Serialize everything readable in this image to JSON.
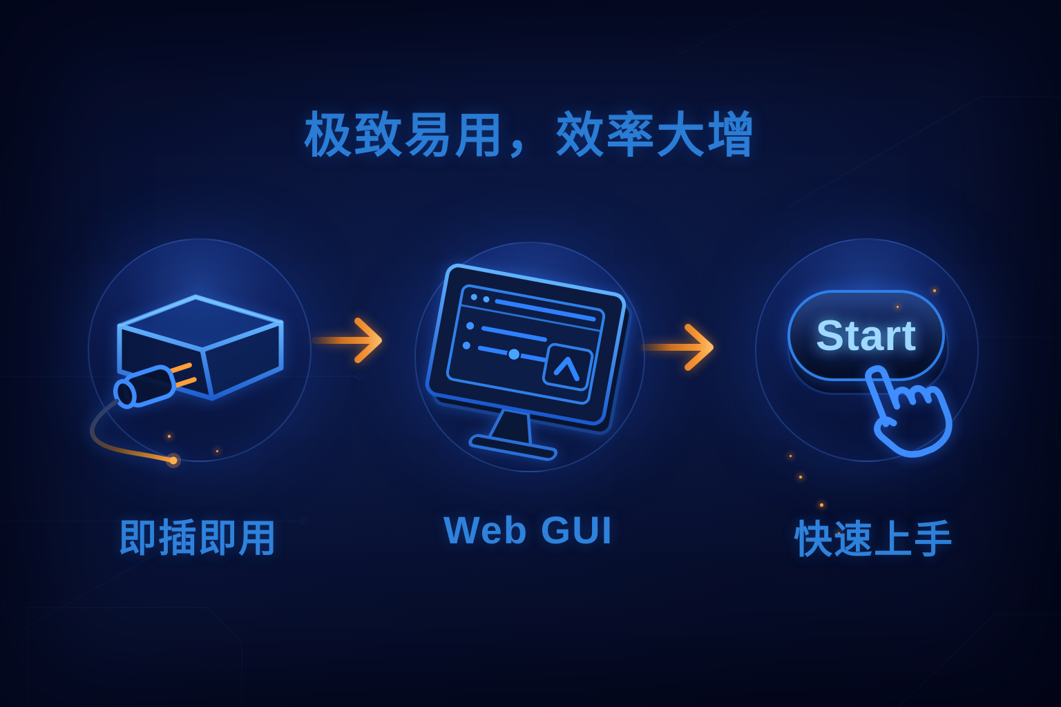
{
  "title": "极致易用，效率大增",
  "steps": [
    {
      "id": "plug-and-play",
      "label": "即插即用",
      "icon": "device-plug-icon"
    },
    {
      "id": "web-gui",
      "label": "Web GUI",
      "icon": "web-gui-monitor-icon"
    },
    {
      "id": "quick-start",
      "label": "快速上手",
      "icon": "start-click-icon",
      "button_label": "Start"
    }
  ],
  "arrows": [
    {
      "icon": "arrow-right-icon"
    },
    {
      "icon": "arrow-right-icon"
    }
  ],
  "colors": {
    "background": "#060d2c",
    "title_text": "#2b7ed8",
    "label_text": "#2e82dc",
    "accent_blue": "#3f8dff",
    "accent_orange": "#f79433",
    "start_text": "#9fd9ff"
  }
}
